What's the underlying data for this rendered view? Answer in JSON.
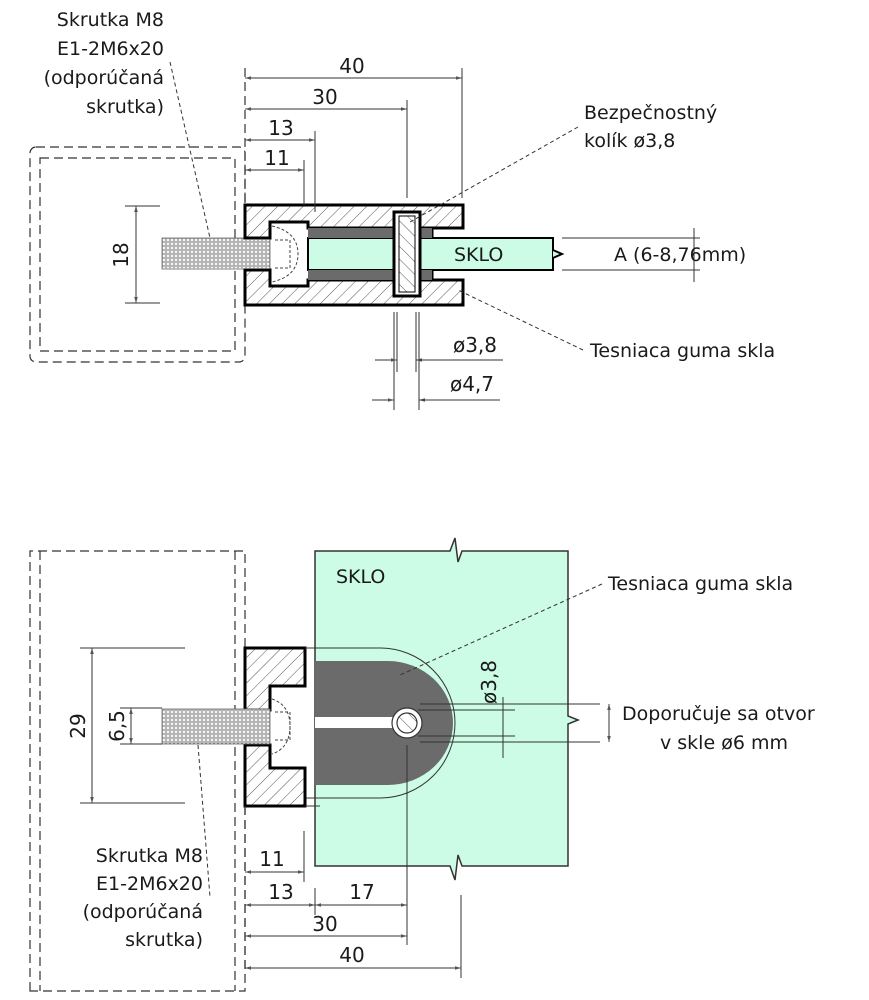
{
  "colors": {
    "glass": "#ccfbe6",
    "rubber": "#6b6b6b",
    "line": "#000000"
  },
  "top_view": {
    "screw_label": [
      "Skrutka M8",
      "E1-2M6x20",
      "(odporúčaná",
      "skrutka)"
    ],
    "pin_label": [
      "Bezpečnostný",
      "kolík ø3,8"
    ],
    "gasket_label": "Tesniaca guma skla",
    "glass_label": "SKLO",
    "thickness_label": "A (6-8,76mm)",
    "dims": {
      "d40": "40",
      "d30": "30",
      "d13": "13",
      "d11": "11",
      "d18": "18",
      "pin_dia": "ø3,8",
      "hole_dia": "ø4,7"
    }
  },
  "bottom_view": {
    "glass_label": "SKLO",
    "gasket_label": "Tesniaca guma skla",
    "hole_label": [
      "Doporučuje sa otvor",
      "v skle ø6 mm"
    ],
    "screw_label": [
      "Skrutka M8",
      "E1-2M6x20",
      "(odporúčaná",
      "skrutka)"
    ],
    "dims": {
      "d29": "29",
      "d6_5": "6,5",
      "pin_dia": "ø3,8",
      "d11": "11",
      "d13": "13",
      "d17": "17",
      "d30": "30",
      "d40": "40"
    }
  }
}
